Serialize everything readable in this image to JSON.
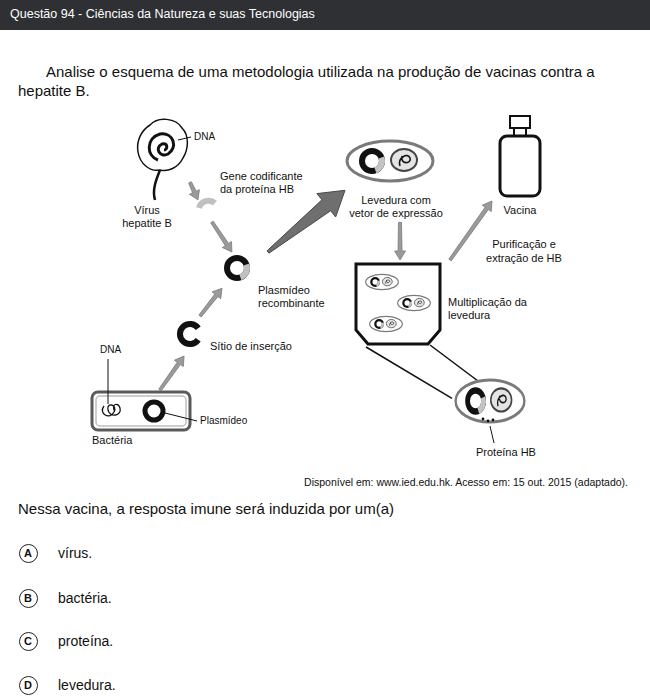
{
  "diagram": {
    "nodes": [
      {
        "text": [
          "Questão 94 - Ciências da Natureza e suas Tecnologias"
        ]
      },
      {
        "text": [
          "Vírus hepatite B"
        ]
      },
      {
        "text": [
          "Gene codificante da proteína HB"
        ]
      },
      {
        "text": [
          "Plasmídeo recombinante"
        ]
      },
      {
        "text": [
          "Sítio de inserção"
        ]
      },
      {
        "text": [
          "Bactéria"
        ]
      },
      {
        "text": [
          "Levedura com vetor de expressão"
        ]
      },
      {
        "text": [
          "Vacina"
        ]
      },
      {
        "text": [
          "Multiplicação da levedura"
        ]
      },
      {
        "text": [
          "Proteína HB"
        ]
      },
      {
        "text": [
          "A"
        ]
      },
      {
        "text": [
          "B"
        ]
      },
      {
        "text": [
          "C"
        ]
      },
      {
        "text": [
          "D"
        ]
      }
    ],
    "edges": [
      {
        "from": 1,
        "to": 2,
        "arrow": "to"
      },
      {
        "from": 2,
        "to": 3,
        "arrow": "to"
      },
      {
        "from": 5,
        "to": 4,
        "arrow": "to"
      },
      {
        "from": 4,
        "to": 3,
        "arrow": "to"
      },
      {
        "from": 3,
        "to": 6,
        "arrow": "to"
      },
      {
        "from": 6,
        "to": 8,
        "arrow": "to"
      },
      {
        "from": 8,
        "to": 7,
        "label": "Purificação e extração de HB",
        "arrow": "to"
      },
      {
        "from": 8,
        "to": 9,
        "arrow": "none"
      }
    ],
    "labels": [
      "Analise o esquema de uma metodologia utilizada na produção de vacinas contra a hepatite B.",
      "DNA",
      "DNA",
      "Plasmídeo",
      "Disponível em: www.ied.edu.hk. Acesso em: 15 out. 2015 (adaptado).",
      "Nessa vacina, a resposta imune será induzida por um(a)",
      "vírus.",
      "bactéria.",
      "proteína.",
      "levedura."
    ]
  }
}
